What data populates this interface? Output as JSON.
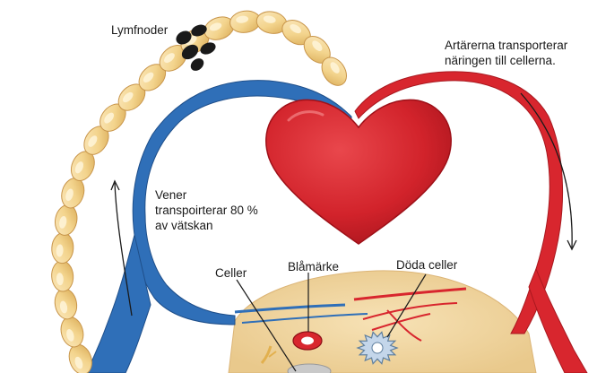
{
  "diagram": {
    "labels": {
      "lymph_nodes": "Lymfnoder",
      "arteries": "Artärerna transporterar näringen till cellerna.",
      "veins": "Vener transpoirterar 80 % av vätskan",
      "cells": "Celler",
      "bruise": "Blåmärke",
      "dead_cells": "Döda celler"
    },
    "colors": {
      "artery": "#d8262e",
      "vein": "#2f6fb8",
      "heart": "#d9232c",
      "lymph_vessel": "#f3d48d",
      "lymph_node": "#1a1a1a",
      "tissue": "#f2d49c"
    },
    "icons": {
      "heart": "heart-icon",
      "lymph_node": "lymph-node-icon",
      "bruise": "bruise-cell-icon",
      "dead_cell": "dead-cell-icon",
      "flow_arrow": "flow-arrow-icon"
    }
  }
}
